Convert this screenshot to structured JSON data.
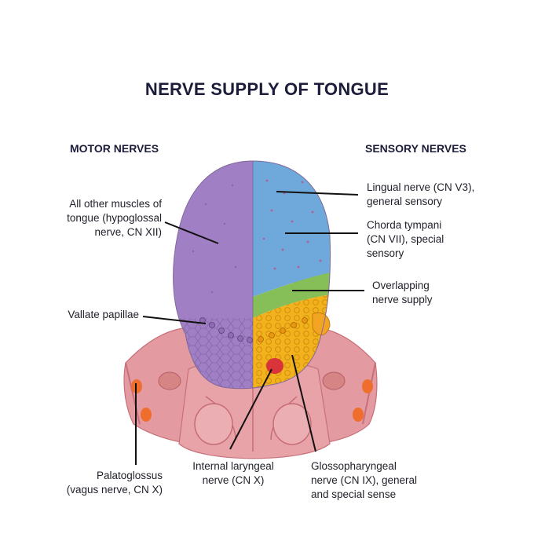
{
  "title": "NERVE SUPPLY OF TONGUE",
  "headings": {
    "motor": "MOTOR NERVES",
    "sensory": "SENSORY NERVES"
  },
  "labels": {
    "other_muscles": [
      "All other muscles of",
      "tongue (hypoglossal",
      "nerve, CN XII)"
    ],
    "vallate": [
      "Vallate papillae"
    ],
    "palatoglossus": [
      "Palatoglossus",
      "(vagus nerve, CN X)"
    ],
    "internal_laryngeal": [
      "Internal laryngeal",
      "nerve (CN X)"
    ],
    "glossopharyngeal": [
      "Glossopharyngeal",
      "nerve (CN IX), general",
      "and special sense"
    ],
    "lingual": [
      "Lingual nerve (CN V3),",
      "general sensory"
    ],
    "chorda": [
      "Chorda tympani",
      "(CN VII), special",
      "sensory"
    ],
    "overlap": [
      "Overlapping",
      "nerve supply"
    ]
  },
  "colors": {
    "motor_region": "#a17fc4",
    "lingual_region": "#6fa9dc",
    "overlap_region": "#86bf57",
    "glossopharyngeal_region": "#f2b21c",
    "pharynx_tissue": "#e79aa0",
    "pointer_line": "#111111"
  }
}
